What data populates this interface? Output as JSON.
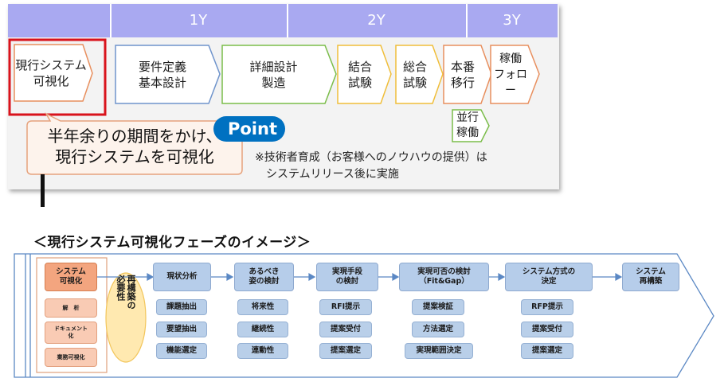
{
  "timeline": {
    "years": [
      "1Y",
      "2Y",
      "3Y"
    ],
    "phases": [
      {
        "label": "現行システム\n可視化"
      },
      {
        "label": "要件定義\n基本設計"
      },
      {
        "label": "詳細設計\n製造"
      },
      {
        "label": "結合\n試験"
      },
      {
        "label": "総合\n試験"
      },
      {
        "label": "本番\n移行"
      },
      {
        "label": "稼働\nフォロー"
      }
    ],
    "parallel_label": "並行\n稼働",
    "callout": "半年余りの期間をかけ、\n現行システムを可視化",
    "point_label": "Point",
    "note": "※技術者育成（お客様へのノウハウの提供）は\n　システムリリース後に実施"
  },
  "heading": "＜現行システム可視化フェーズのイメージ＞",
  "process": {
    "start": {
      "title": "システム\n可視化",
      "items": [
        "解　析",
        "ドキュメント\n化",
        "業務可視化"
      ]
    },
    "necessity": "再構築の\n必要性",
    "steps": [
      {
        "title": "現状分析",
        "items": [
          "課題抽出",
          "要望抽出",
          "機能選定"
        ]
      },
      {
        "title": "あるべき\n姿の検討",
        "items": [
          "将来性",
          "継続性",
          "連動性"
        ]
      },
      {
        "title": "実現手段\nの検討",
        "items": [
          "RFI提示",
          "提案受付",
          "提案選定"
        ]
      },
      {
        "title": "実現可否の検討\n（Fit&Gap）",
        "items": [
          "提案検証",
          "方法選定",
          "実現範囲決定"
        ]
      },
      {
        "title": "システム方式の\n決定",
        "items": [
          "RFP提示",
          "提案受付",
          "提案選定"
        ]
      },
      {
        "title": "システム\n再構築",
        "items": []
      }
    ]
  },
  "colors": {
    "year_bar": "#a9a9f1",
    "highlight_border": "#d9131c",
    "point": "#0071c1",
    "blue_box": "#b6cdea",
    "orange_box": "#f3a57f"
  }
}
